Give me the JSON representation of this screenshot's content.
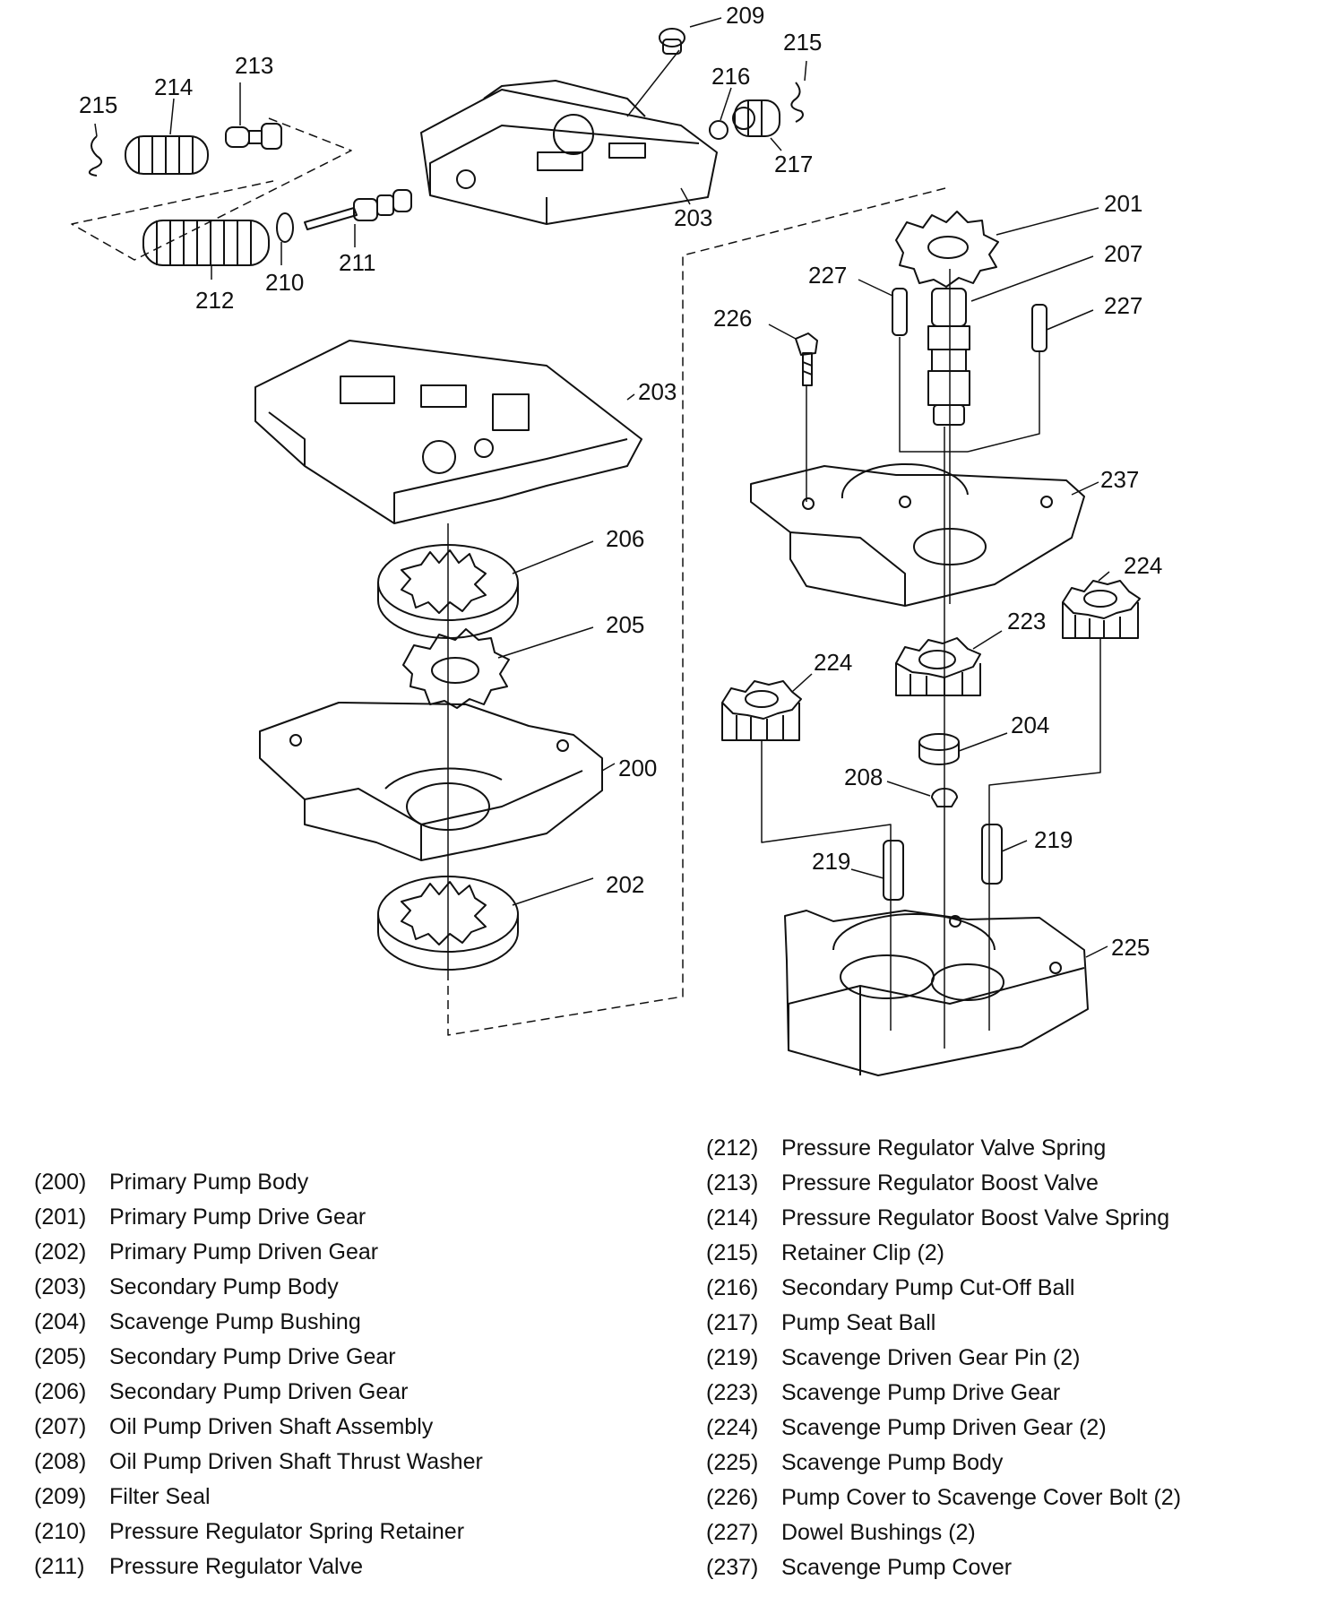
{
  "callouts": {
    "c209": "209",
    "c215a": "215",
    "c215b": "215",
    "c214": "214",
    "c213": "213",
    "c216": "216",
    "c217": "217",
    "c203a": "203",
    "c212": "212",
    "c210": "210",
    "c211": "211",
    "c201": "201",
    "c207": "207",
    "c227a": "227",
    "c227b": "227",
    "c226": "226",
    "c203b": "203",
    "c237": "237",
    "c224a": "224",
    "c224b": "224",
    "c206": "206",
    "c223": "223",
    "c205": "205",
    "c204": "204",
    "c200": "200",
    "c208": "208",
    "c219a": "219",
    "c219b": "219",
    "c202": "202",
    "c225": "225"
  },
  "legend_left": [
    {
      "num": "(200)",
      "name": "Primary Pump Body"
    },
    {
      "num": "(201)",
      "name": "Primary Pump Drive Gear"
    },
    {
      "num": "(202)",
      "name": "Primary Pump Driven Gear"
    },
    {
      "num": "(203)",
      "name": "Secondary Pump Body"
    },
    {
      "num": "(204)",
      "name": "Scavenge Pump Bushing"
    },
    {
      "num": "(205)",
      "name": "Secondary Pump Drive Gear"
    },
    {
      "num": "(206)",
      "name": "Secondary Pump Driven Gear"
    },
    {
      "num": "(207)",
      "name": "Oil Pump Driven Shaft Assembly"
    },
    {
      "num": "(208)",
      "name": "Oil Pump Driven Shaft Thrust Washer"
    },
    {
      "num": "(209)",
      "name": "Filter Seal"
    },
    {
      "num": "(210)",
      "name": "Pressure Regulator Spring Retainer"
    },
    {
      "num": "(211)",
      "name": "Pressure Regulator Valve"
    }
  ],
  "legend_right": [
    {
      "num": "(212)",
      "name": "Pressure Regulator Valve Spring"
    },
    {
      "num": "(213)",
      "name": "Pressure Regulator Boost Valve"
    },
    {
      "num": "(214)",
      "name": "Pressure Regulator Boost Valve Spring"
    },
    {
      "num": "(215)",
      "name": "Retainer Clip (2)"
    },
    {
      "num": "(216)",
      "name": "Secondary Pump Cut-Off Ball"
    },
    {
      "num": "(217)",
      "name": "Pump Seat Ball"
    },
    {
      "num": "(219)",
      "name": "Scavenge Driven Gear Pin (2)"
    },
    {
      "num": "(223)",
      "name": "Scavenge Pump Drive Gear"
    },
    {
      "num": "(224)",
      "name": "Scavenge Pump Driven Gear (2)"
    },
    {
      "num": "(225)",
      "name": "Scavenge Pump Body"
    },
    {
      "num": "(226)",
      "name": "Pump Cover to Scavenge Cover Bolt (2)"
    },
    {
      "num": "(227)",
      "name": "Dowel Bushings (2)"
    },
    {
      "num": "(237)",
      "name": "Scavenge Pump Cover"
    }
  ]
}
